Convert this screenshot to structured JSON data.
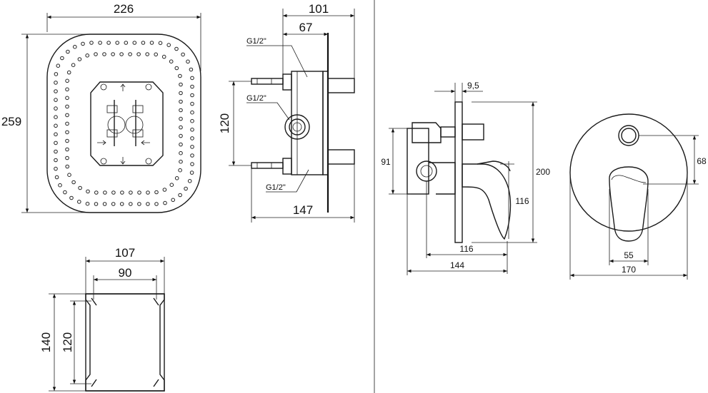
{
  "dimensions": {
    "cover_width": "226",
    "cover_height": "259",
    "box_depth_total": "101",
    "box_depth_inner": "67",
    "thread_top": "G1/2\"",
    "thread_mid": "G1/2\"",
    "thread_bottom": "G1/2\"",
    "inlet_spacing": "120",
    "box_overall_depth": "147",
    "plate_outer_width": "107",
    "plate_hole_width": "90",
    "plate_outer_height": "140",
    "plate_hole_height": "120",
    "plate_thickness": "9,5",
    "body_height": "91",
    "rosette_height": "200",
    "lever_height": "116",
    "lever_projection": "116",
    "overall_projection": "144",
    "diverter_offset": "68",
    "lever_width": "55",
    "rosette_diameter": "170"
  }
}
